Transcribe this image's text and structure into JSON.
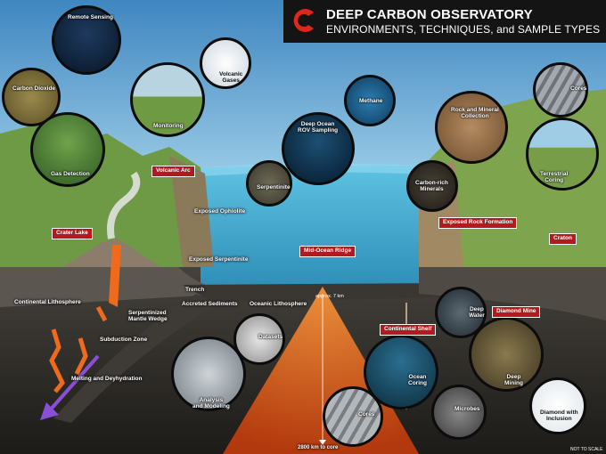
{
  "header": {
    "title": "DEEP CARBON OBSERVATORY",
    "subtitle": "ENVIRONMENTS, TECHNIQUES, and SAMPLE TYPES"
  },
  "colors": {
    "sky_top": "#4a8ec4",
    "sky_bottom": "#a6d6ee",
    "ocean": "#4fb3d6",
    "land_green": "#6e9a45",
    "mantle": "#2d2a26",
    "label_red": "#b3191f",
    "magma": "#f06a1c"
  },
  "circles": [
    {
      "id": "remote-sensing",
      "label": "Remote Sensing"
    },
    {
      "id": "carbon-dioxide",
      "label": "Carbon Dioxide"
    },
    {
      "id": "gas-detection",
      "label": "Gas Detection"
    },
    {
      "id": "monitoring",
      "label": "Monitoring"
    },
    {
      "id": "volcanic-gases",
      "label": "Volcanic\nGases"
    },
    {
      "id": "methane",
      "label": "Methane"
    },
    {
      "id": "deep-ocean-rov",
      "label": "Deep Ocean\nROV Sampling"
    },
    {
      "id": "serpentinite",
      "label": "Serpentinite"
    },
    {
      "id": "rock-mineral",
      "label": "Rock and Mineral\nCollection"
    },
    {
      "id": "carbon-rich-minerals",
      "label": "Carbon-rich\nMinerals"
    },
    {
      "id": "cores-top",
      "label": "Cores"
    },
    {
      "id": "terrestrial-coring",
      "label": "Terrestrial\nCoring"
    },
    {
      "id": "datasets",
      "label": "Datasets"
    },
    {
      "id": "analysis-modeling",
      "label": "Analysis\nand Modeling"
    },
    {
      "id": "deep-water",
      "label": "Deep\nWater"
    },
    {
      "id": "ocean-coring",
      "label": "Ocean\nCoring"
    },
    {
      "id": "cores-bottom",
      "label": "Cores"
    },
    {
      "id": "microbes",
      "label": "Microbes"
    },
    {
      "id": "deep-mining",
      "label": "Deep\nMining"
    },
    {
      "id": "diamond-inclusion",
      "label": "Diamond with\nInclusion"
    }
  ],
  "red_labels": [
    {
      "id": "volcanic-arc",
      "label": "Volcanic Arc"
    },
    {
      "id": "crater-lake",
      "label": "Crater Lake"
    },
    {
      "id": "mid-ocean-ridge",
      "label": "Mid-Ocean Ridge"
    },
    {
      "id": "exposed-rock",
      "label": "Exposed Rock Formation"
    },
    {
      "id": "craton",
      "label": "Craton"
    },
    {
      "id": "continental-shelf",
      "label": "Continental Shelf"
    },
    {
      "id": "diamond-mine",
      "label": "Diamond Mine"
    }
  ],
  "scene_labels": [
    {
      "id": "exposed-ophiolite",
      "label": "Exposed Ophiolite"
    },
    {
      "id": "exposed-serpentinite",
      "label": "Exposed Serpentinite"
    },
    {
      "id": "trench",
      "label": "Trench"
    },
    {
      "id": "accreted-sediments",
      "label": "Accreted Sediments"
    },
    {
      "id": "oceanic-lithosphere",
      "label": "Oceanic Lithosphere"
    },
    {
      "id": "continental-lithosphere",
      "label": "Continental Lithosphere"
    },
    {
      "id": "serpentinized-wedge",
      "label": "Serpentinized\nMantle Wedge"
    },
    {
      "id": "subduction-zone",
      "label": "Subduction Zone"
    },
    {
      "id": "melting",
      "label": "Melting and Deyhydration"
    },
    {
      "id": "approx-7km",
      "label": "approx. 7 km"
    },
    {
      "id": "core-depth",
      "label": "2800 km to core"
    },
    {
      "id": "not-to-scale",
      "label": "NOT TO SCALE"
    }
  ]
}
